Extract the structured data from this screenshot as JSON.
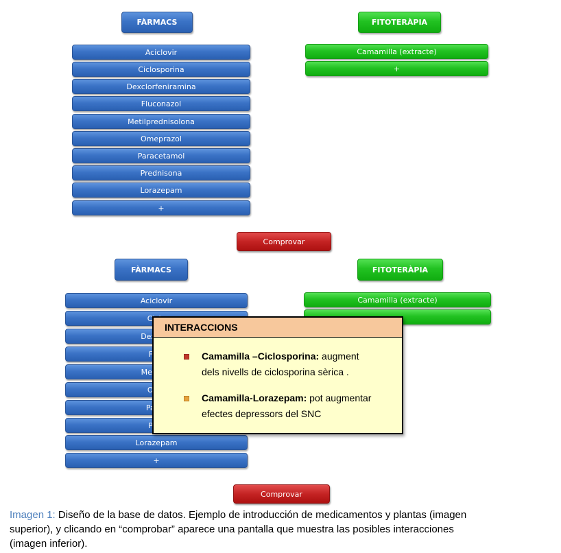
{
  "top": {
    "farmacs_header": "FÀRMACS",
    "fito_header": "FITOTERÀPIA",
    "drugs": [
      "Aciclovir",
      "Ciclosporina",
      "Dexclorfeniramina",
      "Fluconazol",
      "Metilprednisolona",
      "Omeprazol",
      "Paracetamol",
      "Prednisona",
      "Lorazepam",
      "+"
    ],
    "plants": [
      "Camamilla (extracte)",
      "+"
    ],
    "check_button": "Comprovar"
  },
  "bottom": {
    "farmacs_header": "FÀRMACS",
    "fito_header": "FITOTERÀPIA",
    "drugs": [
      "Aciclovir",
      "Ciclo",
      "Dexclorf",
      "Fluc",
      "Metilpre",
      "Ome",
      "Parac",
      "Prec",
      "Lorazepam",
      "+"
    ],
    "plants": [
      "Camamilla (extracte)",
      ""
    ],
    "check_button": "Comprovar"
  },
  "popup": {
    "title": "INTERACCIONS",
    "items": [
      {
        "bold": "Camamilla –Ciclosporina:",
        "rest": " augment",
        "line2": "dels nivells   de ciclosporina sèrica .",
        "bullet_color": "#c0392b"
      },
      {
        "bold": "Camamilla-Lorazepam:",
        "rest": " pot augmentar",
        "line2": "efectes depressors del SNC",
        "bullet_color": "#e6a23c"
      }
    ]
  },
  "caption": {
    "label": "Imagen  1:",
    "line1": " Diseño de la base de datos. Ejemplo de introducción de medicamentos y plantas (imagen",
    "line2": "superior), y clicando en “comprobar” aparece una pantalla que muestra las posibles interacciones",
    "line3": "(imagen inferior)."
  },
  "colors": {
    "blue": "#3b73c6",
    "green": "#22c222",
    "red": "#c42323",
    "popup_bg": "#ffffcc",
    "popup_header": "#f7c89c"
  }
}
